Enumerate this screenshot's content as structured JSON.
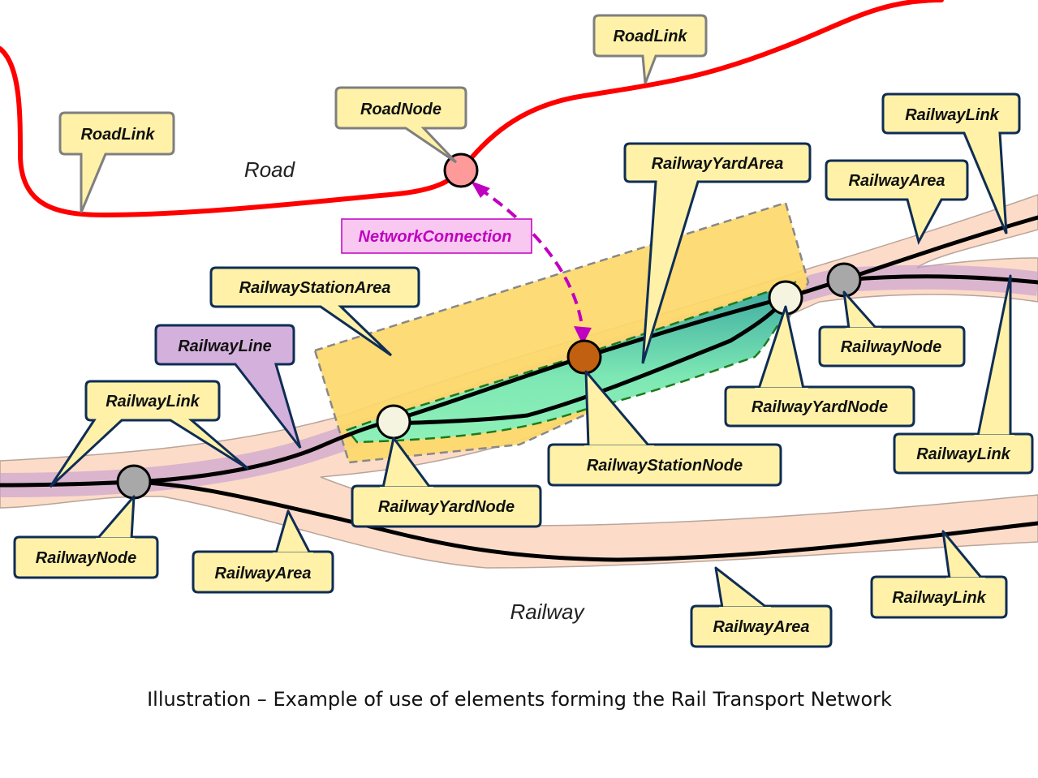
{
  "labels": {
    "roadlink_left": "RoadLink",
    "roadlink_top": "RoadLink",
    "roadnode": "RoadNode",
    "road": "Road",
    "network_connection": "NetworkConnection",
    "railway_station_area": "RailwayStationArea",
    "railway_yard_area": "RailwayYardArea",
    "railway_area_top": "RailwayArea",
    "railwaylink_top_right": "RailwayLink",
    "railway_line": "RailwayLine",
    "railwaylink_left": "RailwayLink",
    "railway_node_right": "RailwayNode",
    "railway_yard_node_right": "RailwayYardNode",
    "railwaylink_right_mid": "RailwayLink",
    "railway_station_node": "RailwayStationNode",
    "railway_yard_node_left": "RailwayYardNode",
    "railway_node_left": "RailwayNode",
    "railway_area_bottom_left": "RailwayArea",
    "railway": "Railway",
    "railway_area_bottom": "RailwayArea",
    "railwaylink_bottom_right": "RailwayLink"
  },
  "caption": "Illustration – Example of use of elements forming the Rail Transport Network",
  "colors": {
    "road": "#ff0000",
    "rail_track": "#000000",
    "railway_area": "#fcdcc8",
    "railway_line": "#c8a0d0",
    "station_area": "#fdd86a",
    "yard_area": "#7ee2b0",
    "callout_fill": "#fff2a8",
    "callout_border_blue": "#0f2d55",
    "callout_border_grey": "#7f7f7f",
    "network_connection": "#c000c0",
    "network_connection_fill": "#f8c8f0",
    "node_grey": "#a8a8a8",
    "node_station": "#c06010",
    "node_yard": "#f4f4e0",
    "node_road": "#ff9a9a"
  }
}
